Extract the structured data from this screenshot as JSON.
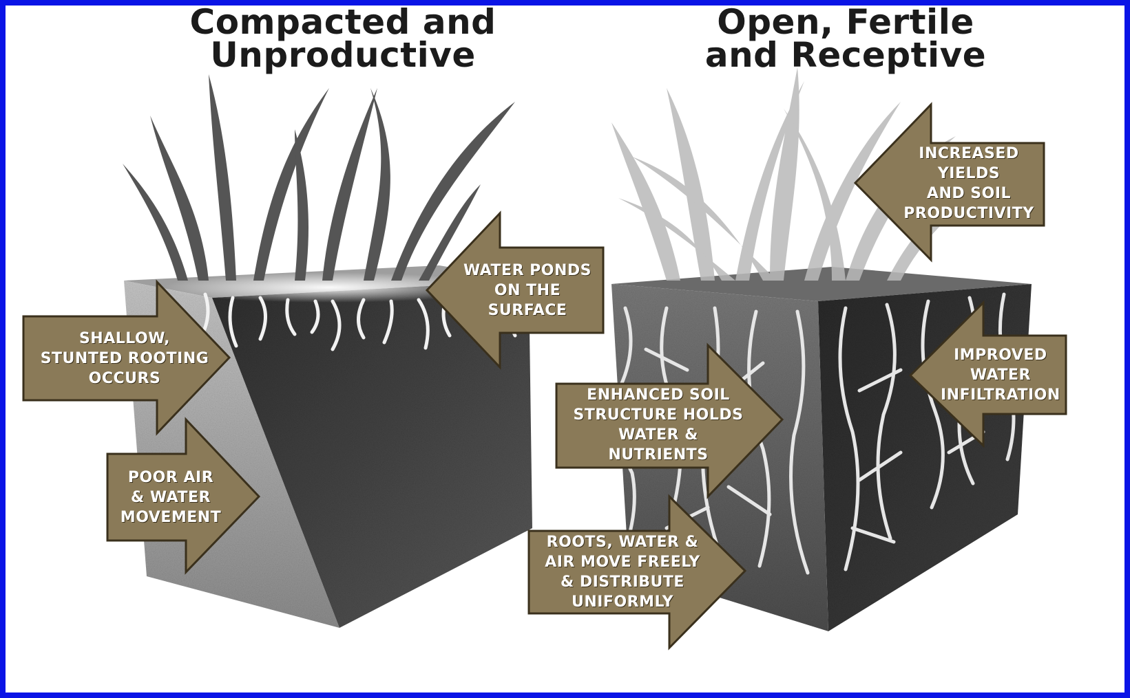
{
  "titles": {
    "left": [
      "Compacted and",
      "Unproductive"
    ],
    "right": [
      "Open, Fertile",
      "and Receptive"
    ]
  },
  "callouts": {
    "shallow_rooting": [
      "SHALLOW,",
      "STUNTED ROOTING",
      "OCCURS"
    ],
    "poor_air": [
      "POOR AIR",
      "& WATER",
      "MOVEMENT"
    ],
    "water_ponds": [
      "WATER PONDS",
      "ON THE",
      "SURFACE"
    ],
    "increased_yields": [
      "INCREASED",
      "YIELDS",
      "AND SOIL",
      "PRODUCTIVITY"
    ],
    "improved_water": [
      "IMPROVED",
      "WATER",
      "INFILTRATION"
    ],
    "enhanced_soil": [
      "ENHANCED SOIL",
      "STRUCTURE HOLDS",
      "WATER &",
      "NUTRIENTS"
    ],
    "roots_water_air": [
      "ROOTS, WATER &",
      "AIR MOVE FREELY",
      "& DISTRIBUTE",
      "UNIFORMLY"
    ]
  },
  "colors": {
    "frame": "#0a14e6",
    "arrow_fill": "#8a7a58",
    "arrow_stroke": "#3a301c",
    "soil_light": "#a9a9a9",
    "soil_dark": "#3a3a3a"
  }
}
